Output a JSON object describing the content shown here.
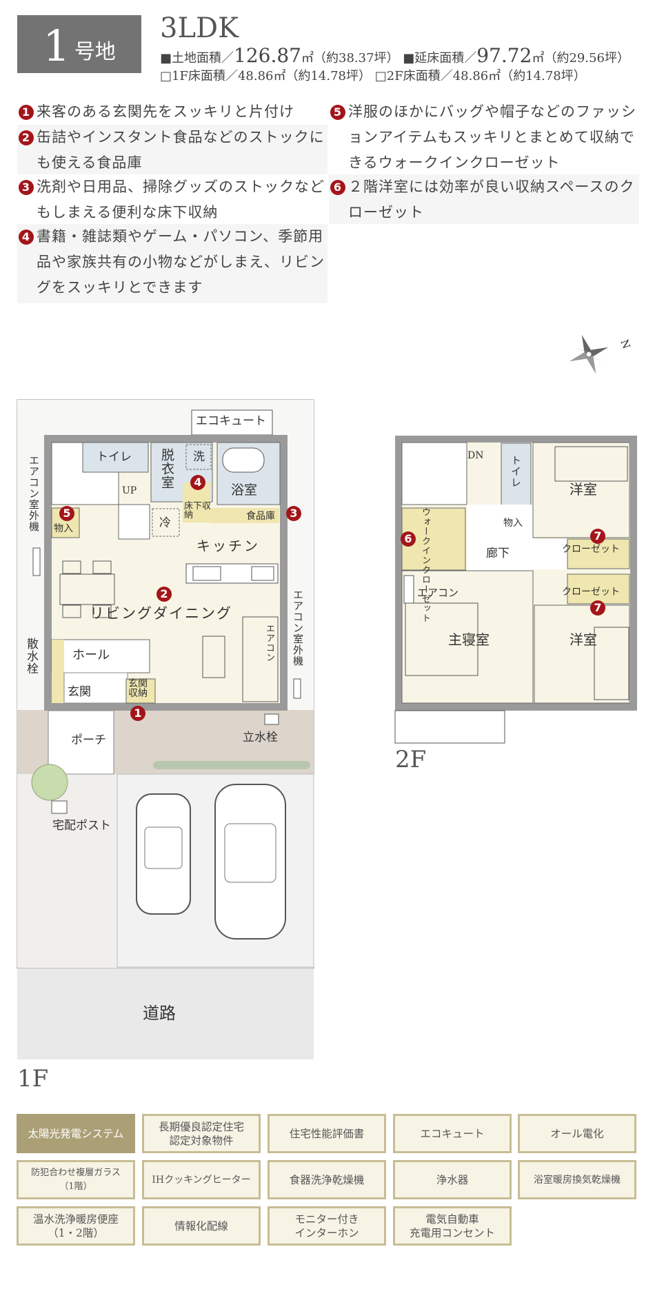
{
  "header": {
    "lot_number": "1",
    "lot_suffix": "号地",
    "layout": "3LDK",
    "land_area_label": "■土地面積／",
    "land_area": "126.87",
    "land_area_unit": "㎡（約38.37坪）",
    "total_floor_label": "■延床面積／",
    "total_floor": "97.72",
    "total_floor_unit": "㎡（約29.56坪）",
    "floor1_area": "□1F床面積／48.86㎡（約14.78坪）",
    "floor2_area": "□2F床面積／48.86㎡（約14.78坪）"
  },
  "features": [
    {
      "num": "1",
      "text": "来客のある玄関先をスッキリと片付け"
    },
    {
      "num": "2",
      "text": "缶詰やインスタント食品などのストックにも使える食品庫"
    },
    {
      "num": "3",
      "text": "洗剤や日用品、掃除グッズのストックなどもしまえる便利な床下収納"
    },
    {
      "num": "4",
      "text": "書籍・雑誌類やゲーム・パソコン、季節用品や家族共有の小物などがしまえ、リビングをスッキリとできます"
    },
    {
      "num": "5",
      "text": "洋服のほかにバッグや帽子などのファッションアイテムもスッキリとまとめて収納できるウォークインクローゼット"
    },
    {
      "num": "6",
      "text": "２階洋室には効率が良い収納スペースのクローゼット"
    }
  ],
  "compass": {
    "north": "N"
  },
  "floor1": {
    "title": "1F",
    "ecocute": "エコキュート",
    "toilet": "トイレ",
    "datsui": "脱衣室",
    "wash": "洗",
    "bath": "浴室",
    "up": "UP",
    "storage": "物入",
    "underfloor": "床下収納",
    "fridge": "冷",
    "pantry": "食品庫",
    "kitchen": "キッチン",
    "ld": "リビングダイニング",
    "aircon": "エアコン",
    "outdoor_unit_left": "エアコン室外機",
    "outdoor_unit_right": "エアコン室外機",
    "faucet": "散水栓",
    "hall": "ホール",
    "entrance": "玄関",
    "entrance_storage": "玄関収納",
    "porch": "ポーチ",
    "standing_faucet": "立水栓",
    "delivery_box": "宅配ポスト",
    "road": "道路",
    "markers": [
      "1",
      "2",
      "3",
      "4",
      "5"
    ]
  },
  "floor2": {
    "title": "2F",
    "dn": "DN",
    "toilet": "トイレ",
    "storage": "物入",
    "wic": "ウォークインクローゼット",
    "corridor": "廊下",
    "western_room": "洋室",
    "closet": "クローゼット",
    "aircon": "エアコン",
    "master": "主寝室",
    "markers": [
      "6",
      "7",
      "7"
    ]
  },
  "equipment": [
    {
      "label": "太陽光発電システム",
      "active": true
    },
    {
      "label": "長期優良認定住宅\n認定対象物件"
    },
    {
      "label": "住宅性能評価書"
    },
    {
      "label": "エコキュート"
    },
    {
      "label": "オール電化"
    },
    {
      "label": "防犯合わせ複層ガラス\n（1階）"
    },
    {
      "label": "IHクッキングヒーター"
    },
    {
      "label": "食器洗浄乾燥機"
    },
    {
      "label": "浄水器"
    },
    {
      "label": "浴室暖房換気乾燥機"
    },
    {
      "label": "温水洗浄暖房便座\n（1・2階）"
    },
    {
      "label": "情報化配線"
    },
    {
      "label": "モニター付き\nインターホン"
    },
    {
      "label": "電気自動車\n充電用コンセント"
    }
  ],
  "colors": {
    "marker": "#a3151a",
    "badge_active": "#ab9f76",
    "badge_border": "#c7bd94",
    "wall": "#9a9a9a",
    "room": "#f8f5e6",
    "wet": "#dbe4ea",
    "storage": "#efe6b0"
  }
}
